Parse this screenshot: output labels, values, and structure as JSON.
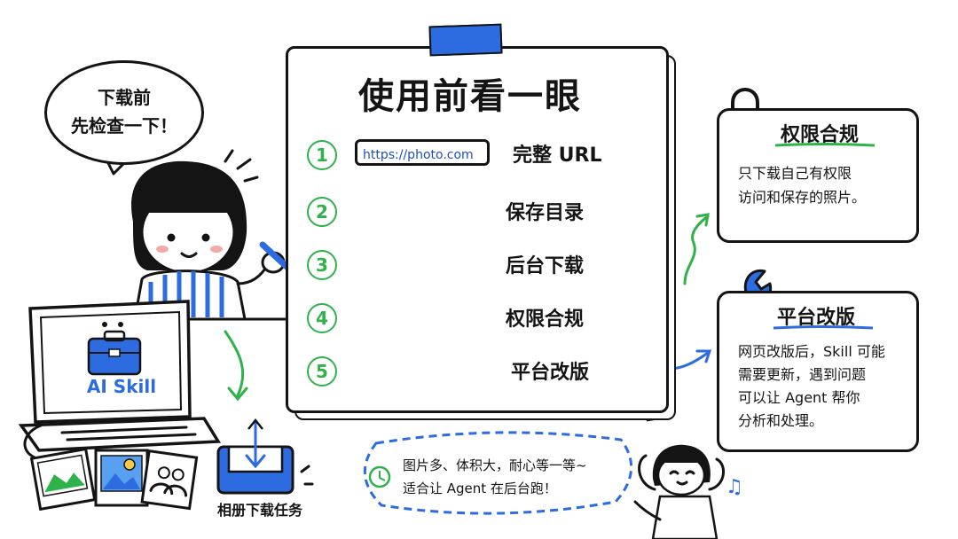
{
  "title": "使用前看一眼",
  "speech_bubble": "下载前\n先检查一下！",
  "url_box": "https://photo.com",
  "checklist": [
    {
      "num": "1",
      "label": "完整 URL"
    },
    {
      "num": "2",
      "label": "保存目录"
    },
    {
      "num": "3",
      "label": "后台下载"
    },
    {
      "num": "4",
      "label": "权限合规"
    },
    {
      "num": "5",
      "label": "平台改版"
    }
  ],
  "laptop_label": "AI Skill",
  "album_label": "相册下载任务",
  "bottom_note": "图片多、体积大，耐心等一等~\n适合让 Agent 在后台跑！",
  "card_permission": {
    "title": "权限合规",
    "body": "只下载自己有权限\n访问和保存的照片。"
  },
  "card_platform": {
    "title": "平台改版",
    "body": "网页改版后，Skill 可能\n需要更新，遇到问题\n可以让 Agent 帮你\n分析和处理。"
  },
  "colors": {
    "blue": "#2d6be0",
    "green": "#2fb24a",
    "yellow": "#f6c945",
    "ink": "#141414"
  }
}
